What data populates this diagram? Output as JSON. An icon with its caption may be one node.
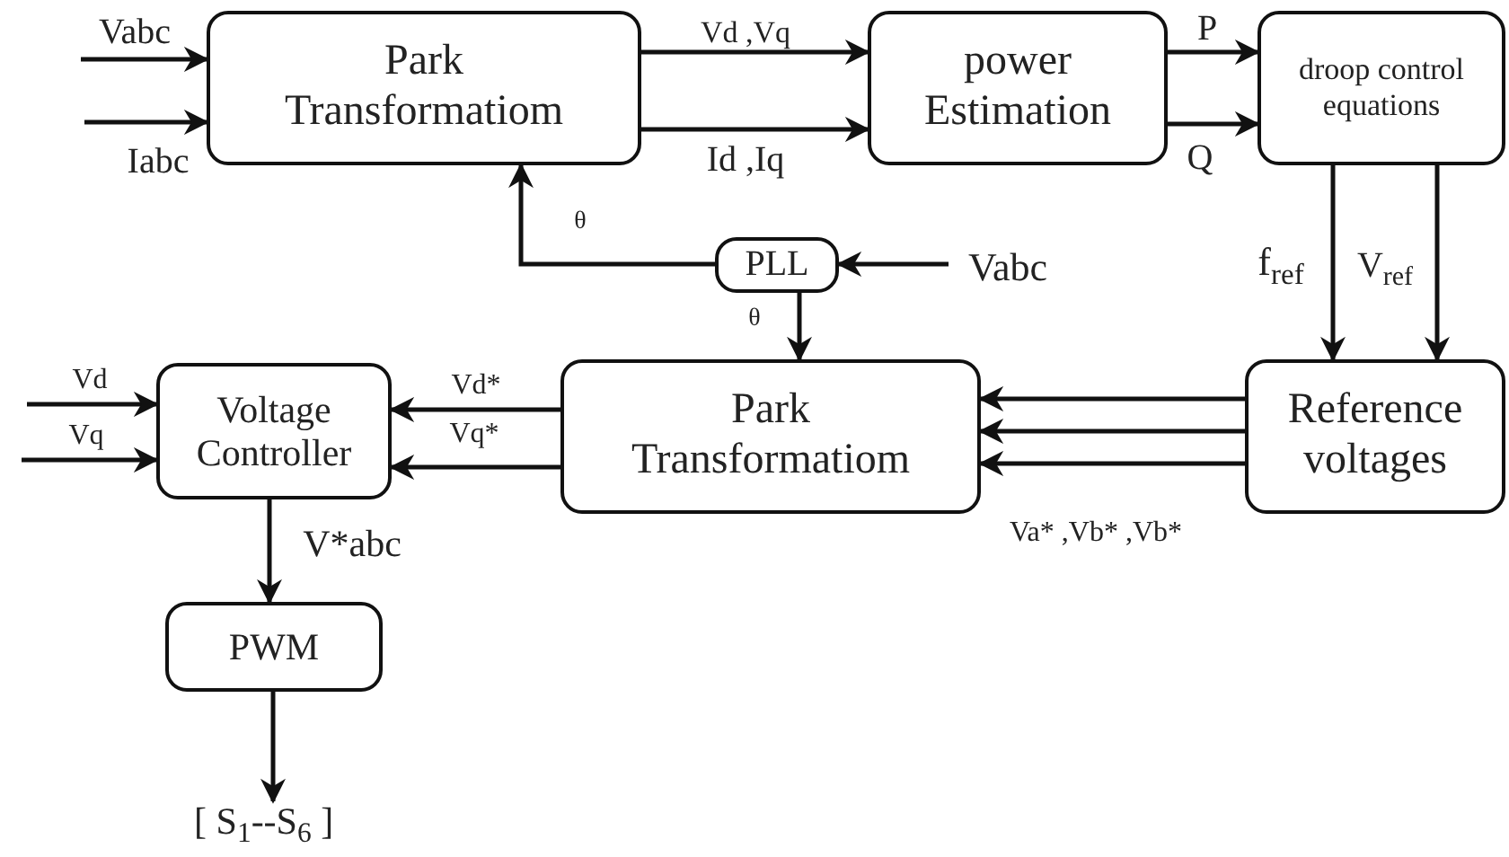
{
  "diagram": {
    "nodes": [
      {
        "text": [
          "Park Transformatiom"
        ]
      },
      {
        "text": [
          "power Estimation"
        ]
      },
      {
        "text": [
          "droop control equations"
        ]
      },
      {
        "text": [
          "PLL"
        ]
      },
      {
        "text": [
          "Park Transformatiom"
        ]
      },
      {
        "text": [
          "Reference voltages"
        ]
      },
      {
        "text": [
          "Voltage Controller"
        ]
      },
      {
        "text": [
          "PWM"
        ]
      },
      {
        "text": [
          "[ S$_{1}$--S$_{6}$ ]"
        ]
      }
    ],
    "edges": [
      {
        "from": null,
        "to": 0,
        "arrow": "to",
        "label": "Vabc"
      },
      {
        "from": null,
        "to": 0,
        "arrow": "to",
        "label": "Iabc"
      },
      {
        "from": 0,
        "to": 1,
        "arrow": "to",
        "label": "Vd ,Vq"
      },
      {
        "from": 0,
        "to": 1,
        "arrow": "to",
        "label": "Id ,Iq"
      },
      {
        "from": 1,
        "to": 2,
        "arrow": "to",
        "label": "P"
      },
      {
        "from": 1,
        "to": 2,
        "arrow": "to",
        "label": "Q"
      },
      {
        "from": 3,
        "to": 0,
        "arrow": "to",
        "label": "θ"
      },
      {
        "from": null,
        "to": 3,
        "arrow": "to",
        "label": "Vabc"
      },
      {
        "from": 3,
        "to": 4,
        "arrow": "to",
        "label": "θ"
      },
      {
        "from": 2,
        "to": 5,
        "arrow": "to",
        "label": "f$_{ref}$"
      },
      {
        "from": 2,
        "to": 5,
        "arrow": "to",
        "label": "V$_{ref}$"
      },
      {
        "from": 5,
        "to": 4,
        "arrow": "to"
      },
      {
        "from": 5,
        "to": 4,
        "arrow": "to"
      },
      {
        "from": 5,
        "to": 4,
        "arrow": "to",
        "label": "Va* ,Vb* ,Vb*"
      },
      {
        "from": 4,
        "to": 6,
        "arrow": "to",
        "label": "Vd*"
      },
      {
        "from": 4,
        "to": 6,
        "arrow": "to",
        "label": "Vq*"
      },
      {
        "from": null,
        "to": 6,
        "arrow": "to",
        "label": "Vd"
      },
      {
        "from": null,
        "to": 6,
        "arrow": "to",
        "label": "Vq"
      },
      {
        "from": 6,
        "to": 7,
        "arrow": "to",
        "label": "V*abc"
      },
      {
        "from": 7,
        "to": 8,
        "arrow": "to"
      }
    ]
  }
}
